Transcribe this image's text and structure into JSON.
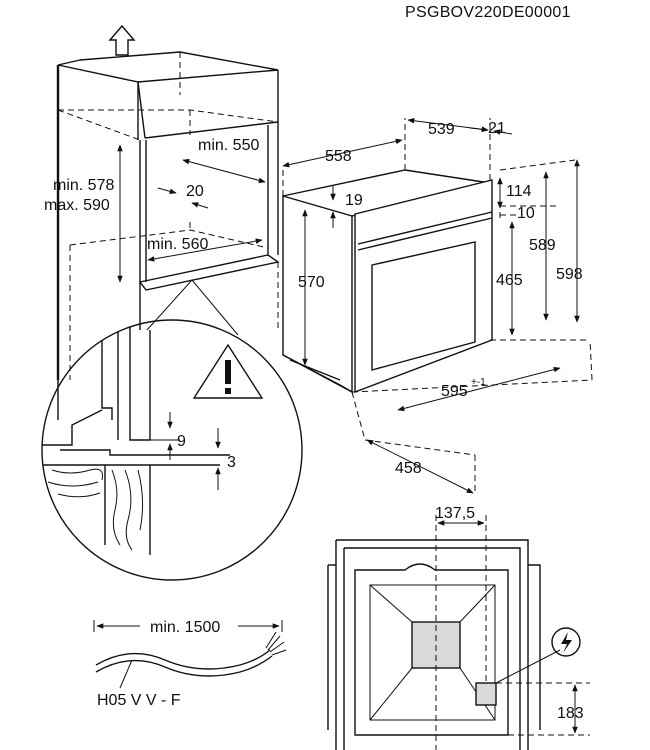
{
  "reference_code": "PSGBOV220DE00001",
  "cabinet": {
    "height_min": "min. 578",
    "height_max": "max. 590",
    "depth_min": "min. 550",
    "gap": "20",
    "width_min": "min. 560"
  },
  "oven": {
    "depth_total": "558",
    "depth_body": "539",
    "front_depth": "21",
    "top_offset": "19",
    "body_height": "570",
    "front_top": "114",
    "front_gap": "10",
    "height_body": "589",
    "height_total": "598",
    "lower_height": "465",
    "width": "595",
    "width_tolerance": "+-1",
    "cable_depth": "458"
  },
  "detail": {
    "gap_top": "9",
    "gap_bottom": "3"
  },
  "rear": {
    "socket_offset": "137,5",
    "socket_height": "183"
  },
  "cable": {
    "length": "min. 1500",
    "type": "H05 V V - F"
  },
  "icons": {
    "warning": "warning-triangle-icon",
    "electrical": "electrical-connection-icon",
    "lift": "up-arrow-icon"
  },
  "colors": {
    "line": "#111111",
    "fill_gray": "#d9d9d9",
    "background": "#ffffff"
  }
}
